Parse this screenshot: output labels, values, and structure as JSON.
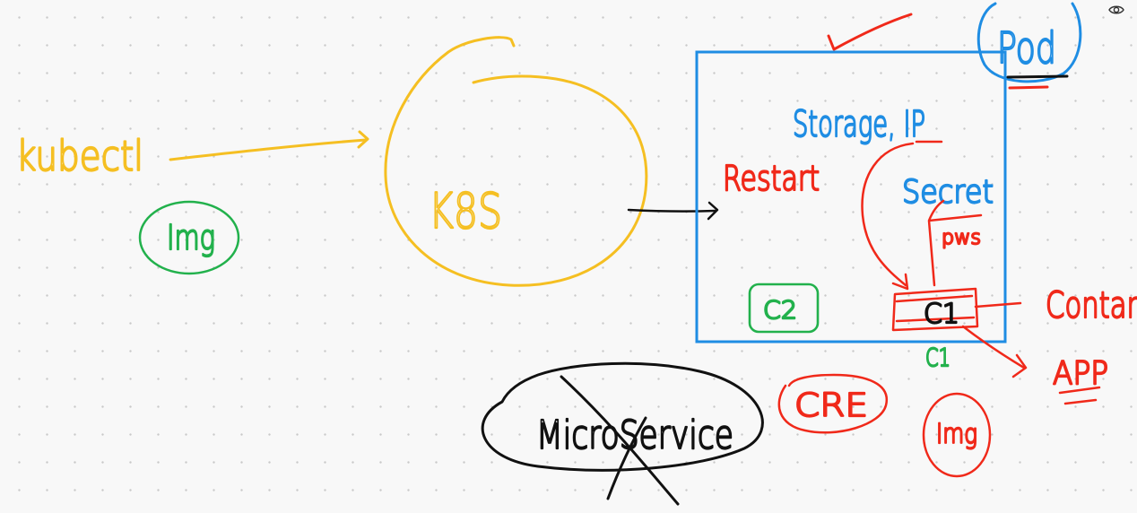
{
  "labels": {
    "kubectl": "kubectl",
    "img_left": "Img",
    "k8s": "K8S",
    "pod": "Pod",
    "storage_ip": "Storage, IP",
    "restart": "Restart",
    "secret": "Secret",
    "pws": "pws",
    "c2": "C2",
    "c1": "C1",
    "c1_below": "C1",
    "container": "Contan",
    "app": "APP",
    "cre": "CRE",
    "img_right": "Img",
    "microservice": "MicroService"
  },
  "colors": {
    "yellow": "#f5bf22",
    "green": "#22b14c",
    "blue": "#1f8de3",
    "red": "#f0291a",
    "black": "#111111",
    "background": "#f8f8f8"
  },
  "icons": {
    "top_right": "eye-icon"
  }
}
